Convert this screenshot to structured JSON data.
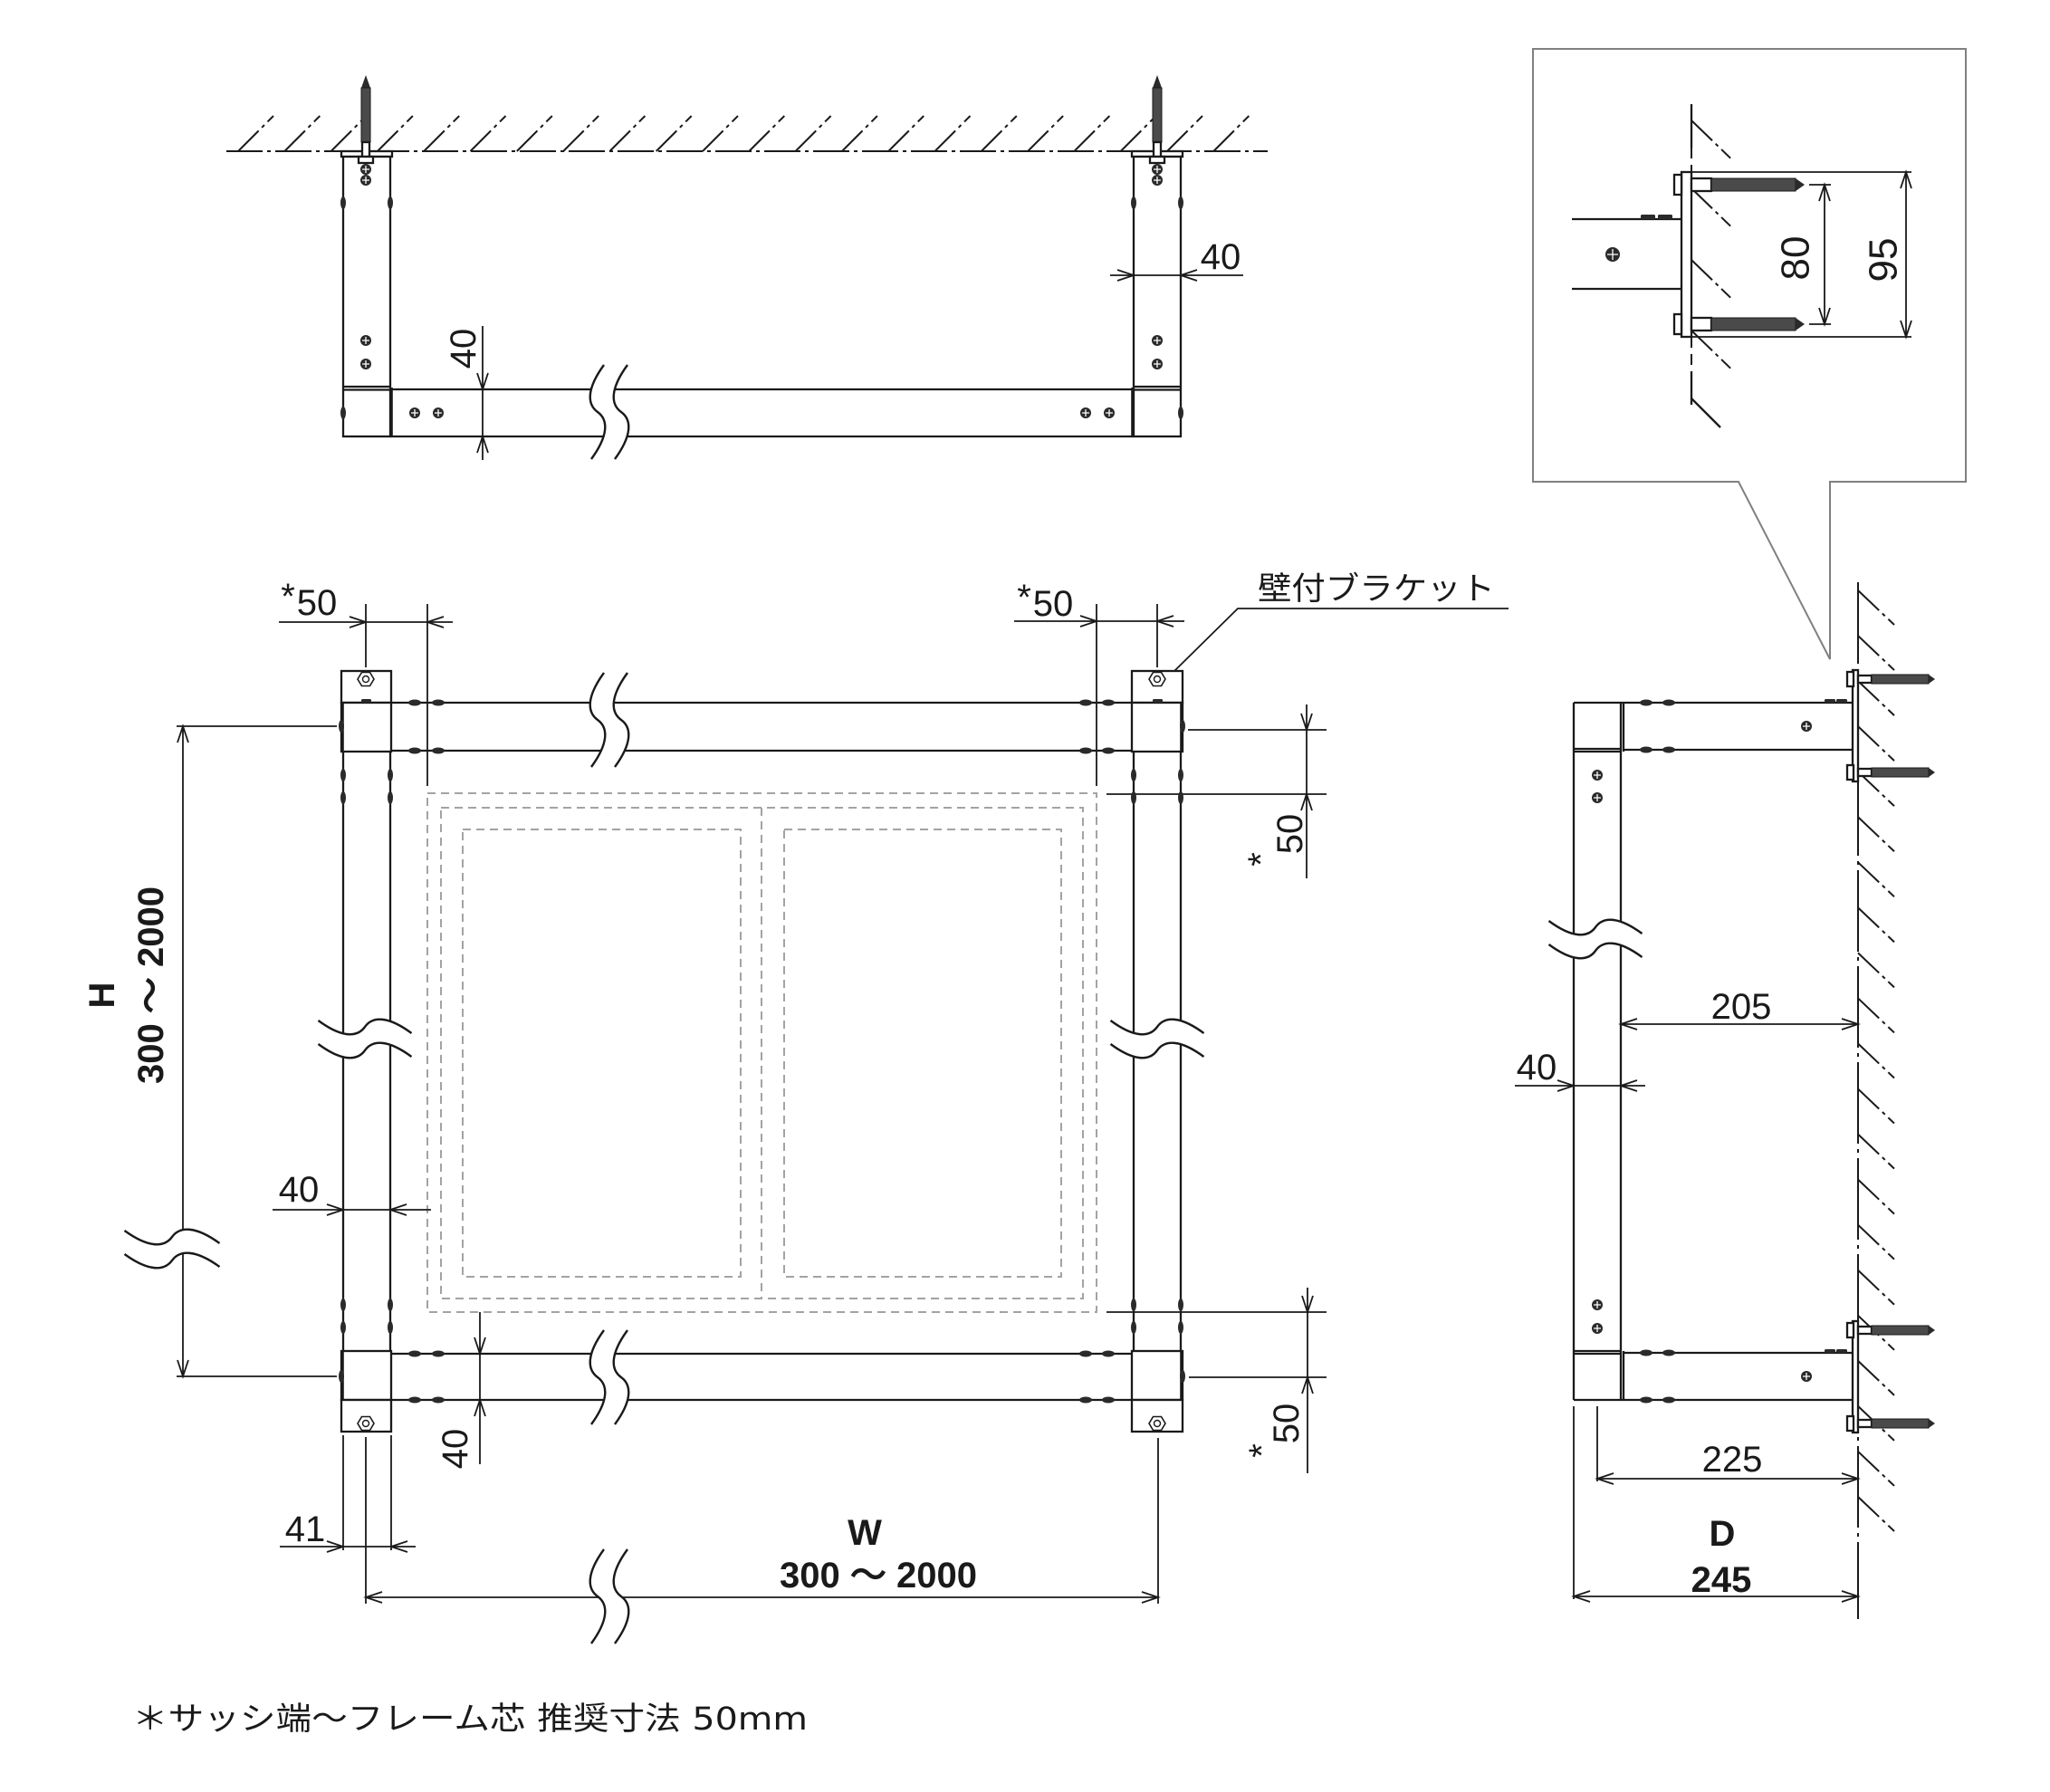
{
  "top_view": {
    "bar_height_dim": "40",
    "post_width_dim": "40"
  },
  "front_view": {
    "left_offset_dim": {
      "mark": "*",
      "value": "50"
    },
    "right_offset_dim": {
      "mark": "*",
      "value": "50"
    },
    "bracket_label": "壁付ブラケット",
    "height_dim": {
      "label": "H",
      "range": "300 ～ 2000"
    },
    "post_width_dim": "40",
    "upper_offset_dim": {
      "mark": "*",
      "value": "50"
    },
    "lower_offset_dim": {
      "mark": "*",
      "value": "50"
    },
    "bar_height_dim": "40",
    "plate_width_dim": "41",
    "width_dim": {
      "label": "W",
      "range": "300 ～ 2000"
    }
  },
  "side_view": {
    "clearance_dim": "205",
    "post_width_dim": "40",
    "arm_length_dim": "225",
    "depth_dim": {
      "label": "D",
      "value": "245"
    }
  },
  "detail_view": {
    "screw_pitch_dim": "80",
    "plate_height_dim": "95"
  },
  "footnote": "＊サッシ端～フレーム芯 推奨寸法 50mm",
  "colors": {
    "line": "#1a1a1a",
    "hidden_line": "#a3a3a3",
    "detail_border": "#808080",
    "background": "#ffffff"
  }
}
